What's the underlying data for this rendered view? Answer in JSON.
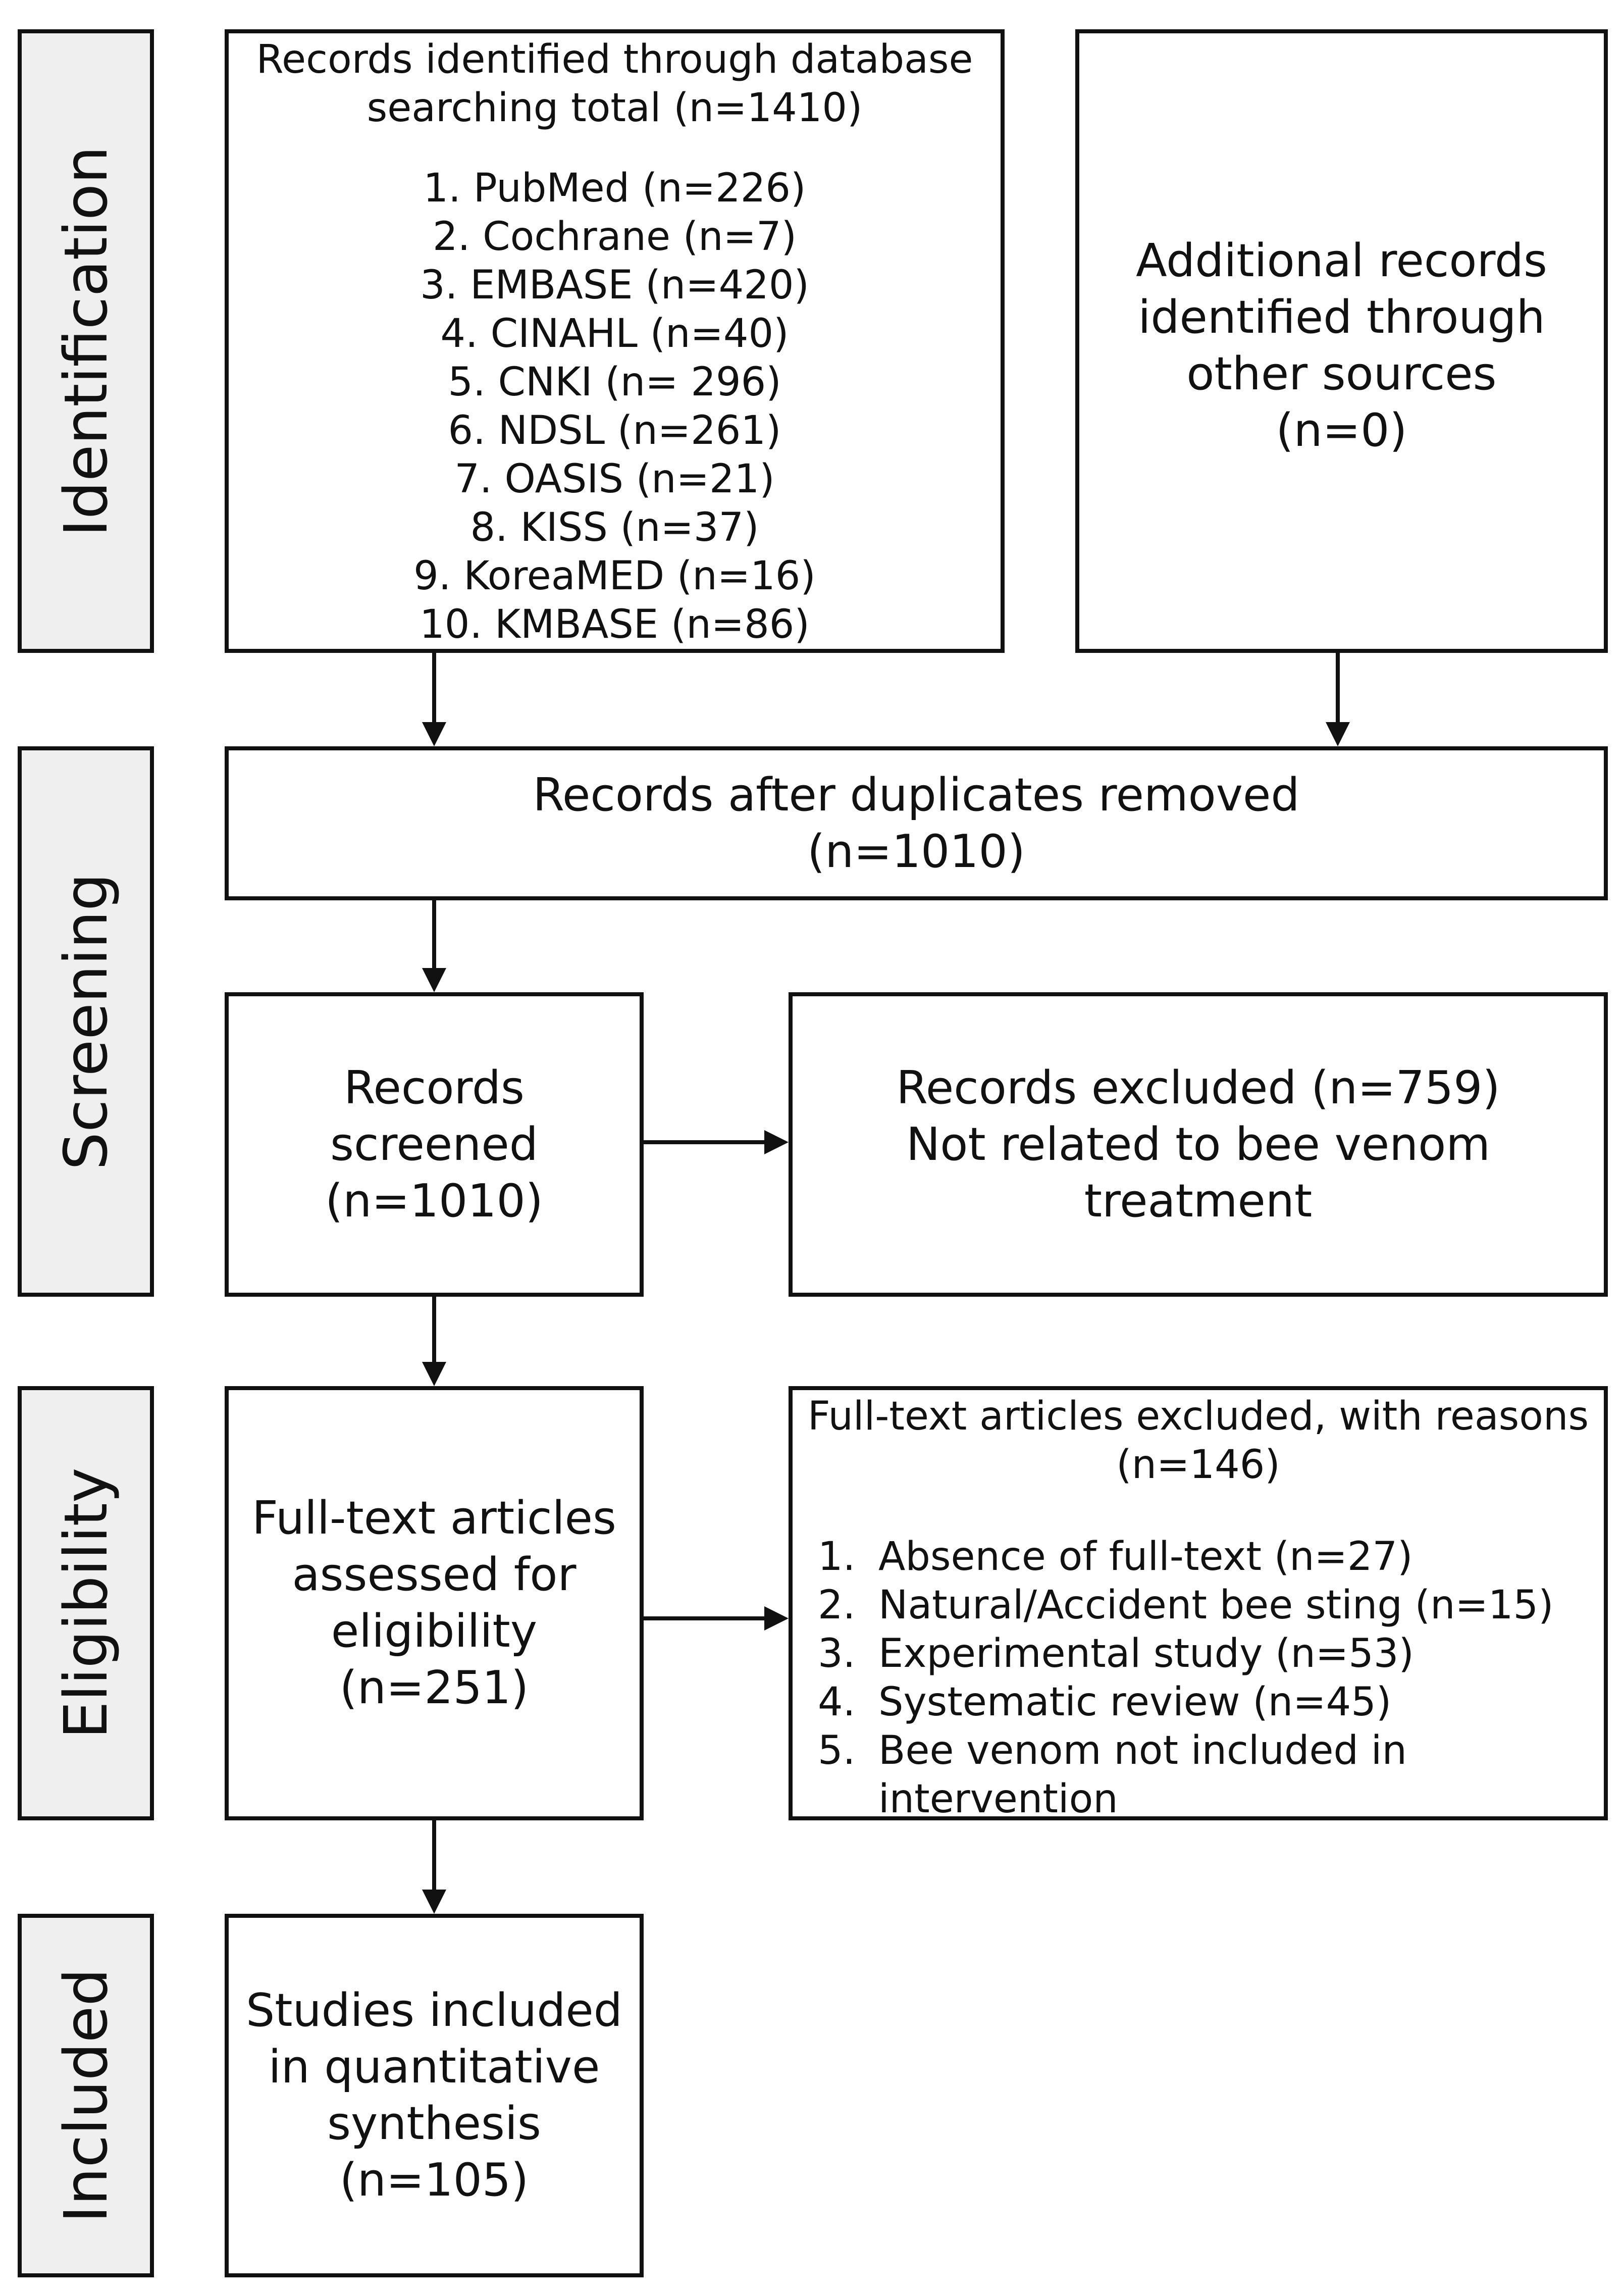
{
  "phases": {
    "identification": "Identification",
    "screening": "Screening",
    "eligibility": "Eligibility",
    "included": "Included"
  },
  "boxes": {
    "database_search": {
      "title_lines": [
        "Records identified through database",
        "searching total (n=1410)"
      ],
      "sources": [
        "1. PubMed (n=226)",
        "2. Cochrane (n=7)",
        "3. EMBASE (n=420)",
        "4. CINAHL (n=40)",
        "5. CNKI (n= 296)",
        "6. NDSL (n=261)",
        "7. OASIS (n=21)",
        "8. KISS (n=37)",
        "9. KoreaMED (n=16)",
        "10. KMBASE (n=86)"
      ]
    },
    "other_sources": {
      "lines": [
        "Additional records",
        "identified through",
        "other sources",
        "(n=0)"
      ]
    },
    "duplicates_removed": {
      "lines": [
        "Records after duplicates removed",
        "(n=1010)"
      ]
    },
    "screened": {
      "lines": [
        "Records",
        "screened",
        "(n=1010)"
      ]
    },
    "excluded": {
      "lines": [
        "Records excluded (n=759)",
        "Not related to bee venom",
        "treatment"
      ]
    },
    "fulltext_assessed": {
      "lines": [
        "Full-text articles",
        "assessed for",
        "eligibility",
        "(n=251)"
      ]
    },
    "fulltext_excluded": {
      "title_lines": [
        "Full-text articles excluded, with reasons",
        "(n=146)"
      ],
      "reasons": [
        {
          "num": "1.",
          "lines": [
            "Absence of full-text (n=27)"
          ]
        },
        {
          "num": "2.",
          "lines": [
            "Natural/Accident bee sting (n=15)"
          ]
        },
        {
          "num": "3.",
          "lines": [
            "Experimental study (n=53)"
          ]
        },
        {
          "num": "4.",
          "lines": [
            "Systematic review (n=45)"
          ]
        },
        {
          "num": "5.",
          "lines": [
            "Bee venom not included in",
            "intervention"
          ]
        }
      ]
    },
    "included_studies": {
      "lines": [
        "Studies included",
        "in quantitative",
        "synthesis",
        "(n=105)"
      ]
    }
  }
}
